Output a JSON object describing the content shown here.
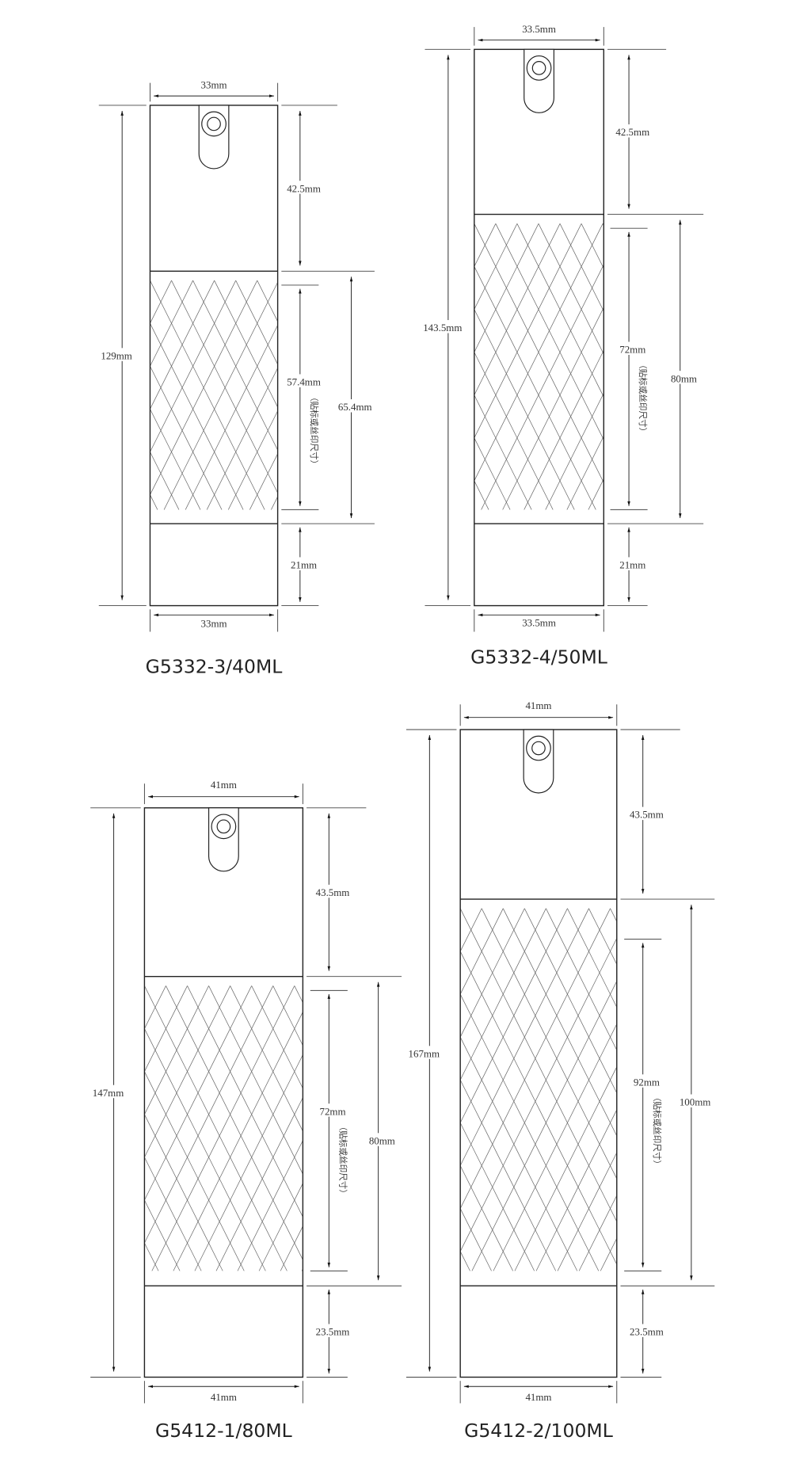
{
  "drawings": [
    {
      "title": "G5332-3/40ML",
      "width_top": "33mm",
      "width_bottom": "33mm",
      "total_height": "129mm",
      "cap_height": "42.5mm",
      "print_area": "57.4mm",
      "print_note": "（贴标或丝印尺寸）",
      "body_height": "65.4mm",
      "base_height": "21mm"
    },
    {
      "title": "G5332-4/50ML",
      "width_top": "33.5mm",
      "width_bottom": "33.5mm",
      "total_height": "143.5mm",
      "cap_height": "42.5mm",
      "print_area": "72mm",
      "print_note": "（贴标或丝印尺寸）",
      "body_height": "80mm",
      "base_height": "21mm"
    },
    {
      "title": "G5412-1/80ML",
      "width_top": "41mm",
      "width_bottom": "41mm",
      "total_height": "147mm",
      "cap_height": "43.5mm",
      "print_area": "72mm",
      "print_note": "（贴标或丝印尺寸）",
      "body_height": "80mm",
      "base_height": "23.5mm"
    },
    {
      "title": "G5412-2/100ML",
      "width_top": "41mm",
      "width_bottom": "41mm",
      "total_height": "167mm",
      "cap_height": "43.5mm",
      "print_area": "92mm",
      "print_note": "（贴标或丝印尺寸）",
      "body_height": "100mm",
      "base_height": "23.5mm"
    }
  ]
}
